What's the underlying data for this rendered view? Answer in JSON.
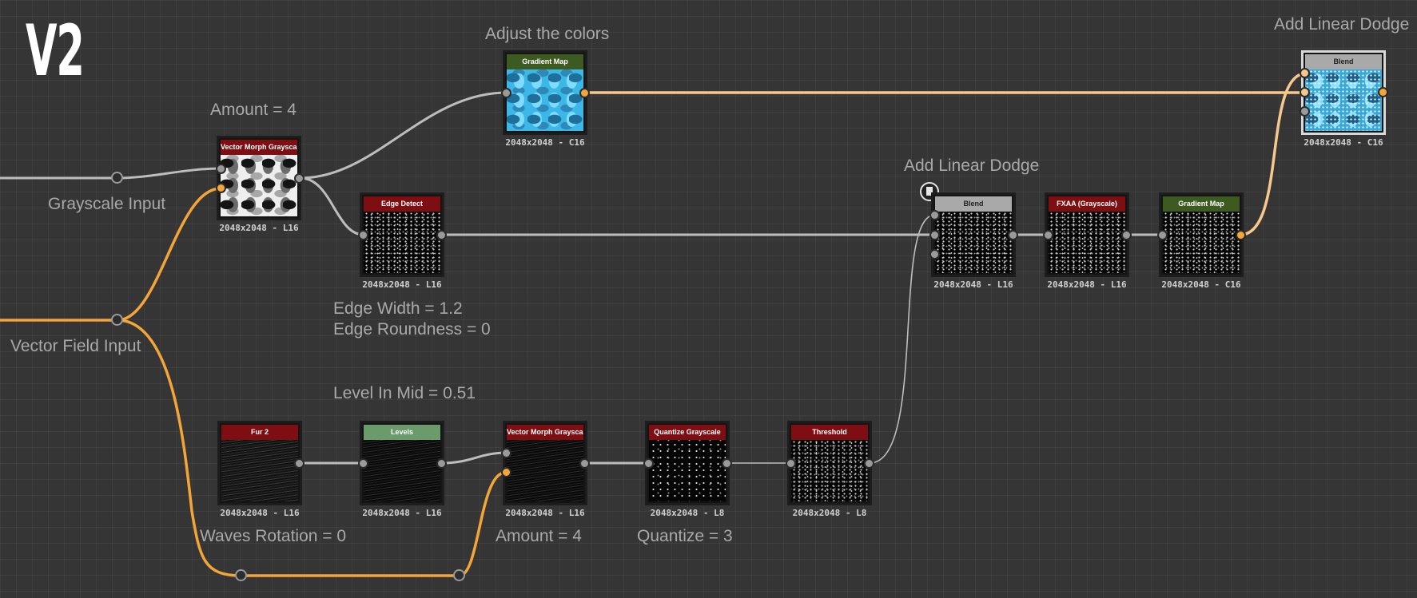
{
  "version_label": "V2",
  "comments": {
    "adjust_colors": "Adjust the colors",
    "add_linear_dodge_top": "Add Linear Dodge",
    "amount_top": "Amount = 4",
    "grayscale_input": "Grayscale Input",
    "add_linear_dodge_mid": "Add Linear Dodge",
    "edge_width": "Edge Width = 1.2",
    "edge_roundness": "Edge Roundness = 0",
    "vector_field_input": "Vector Field Input",
    "level_in_mid": "Level In Mid = 0.51",
    "waves_rotation": "Waves Rotation = 0",
    "amount_bottom": "Amount = 4",
    "quantize": "Quantize = 3"
  },
  "nodes": {
    "gradient_map_top": {
      "title": "Gradient Map",
      "resolution": "2048x2048 - C16",
      "header_color": "#3d5a21"
    },
    "blend_top": {
      "title": "Blend",
      "resolution": "2048x2048 - C16",
      "header_color": "#a9a9a9"
    },
    "vector_morph_top": {
      "title": "Vector Morph Grayscale",
      "resolution": "2048x2048 - L16",
      "header_color": "#7e0e12"
    },
    "edge_detect": {
      "title": "Edge Detect",
      "resolution": "2048x2048 - L16",
      "header_color": "#7e0e12"
    },
    "blend_mid": {
      "title": "Blend",
      "resolution": "2048x2048 - L16",
      "header_color": "#a9a9a9"
    },
    "fxaa": {
      "title": "FXAA (Grayscale)",
      "resolution": "2048x2048 - L16",
      "header_color": "#7e0e12"
    },
    "gradient_map_mid": {
      "title": "Gradient Map",
      "resolution": "2048x2048 - C16",
      "header_color": "#3d5a21"
    },
    "fur2": {
      "title": "Fur 2",
      "resolution": "2048x2048 - L16",
      "header_color": "#7e0e12"
    },
    "levels": {
      "title": "Levels",
      "resolution": "2048x2048 - L16",
      "header_color": "#6b9a6b"
    },
    "vector_morph_bottom": {
      "title": "Vector Morph Grayscale",
      "resolution": "2048x2048 - L16",
      "header_color": "#7e0e12"
    },
    "quantize_grayscale": {
      "title": "Quantize Grayscale",
      "resolution": "2048x2048 - L8",
      "header_color": "#7e0e12"
    },
    "threshold": {
      "title": "Threshold",
      "resolution": "2048x2048 - L8",
      "header_color": "#7e0e12"
    }
  },
  "colors": {
    "background": "#353535",
    "wire_gray": "#bdbdbd",
    "wire_orange": "#f4a53a",
    "wire_peach": "#f6c88e",
    "comment_text": "#a9a9a9"
  },
  "icons": {
    "doc": "doc-icon"
  }
}
